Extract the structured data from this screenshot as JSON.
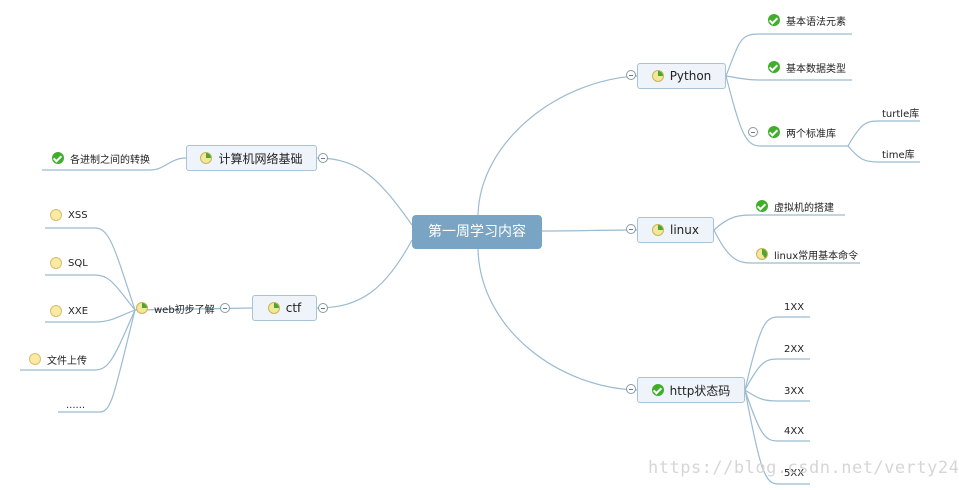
{
  "root": {
    "label": "第一周学习内容"
  },
  "branches": {
    "python": {
      "label": "Python",
      "icon": "progress-pie-icon",
      "children": [
        "基本语法元素",
        "基本数据类型",
        "两个标准库"
      ],
      "grandchildren": [
        "turtle库",
        "time库"
      ]
    },
    "linux": {
      "label": "linux",
      "icon": "progress-pie-icon",
      "children": [
        "虚拟机的搭建",
        "linux常用基本命令"
      ]
    },
    "http": {
      "label": "http状态码",
      "icon": "check-icon",
      "children": [
        "1XX",
        "2XX",
        "3XX",
        "4XX",
        "5XX"
      ]
    },
    "network": {
      "label": "计算机网络基础",
      "icon": "progress-pie-icon",
      "children": [
        "各进制之间的转换"
      ]
    },
    "ctf": {
      "label": "ctf",
      "icon": "progress-pie-icon",
      "child": "web初步了解",
      "grandchildren": [
        "XSS",
        "SQL",
        "XXE",
        "文件上传",
        "......"
      ]
    }
  },
  "watermark": "https://blog.csdn.net/verty24",
  "colors": {
    "root": "#7aa4c3",
    "connector": "#9bbbd1",
    "check": "#3fae2a",
    "node_bg": "#eef4f9"
  }
}
